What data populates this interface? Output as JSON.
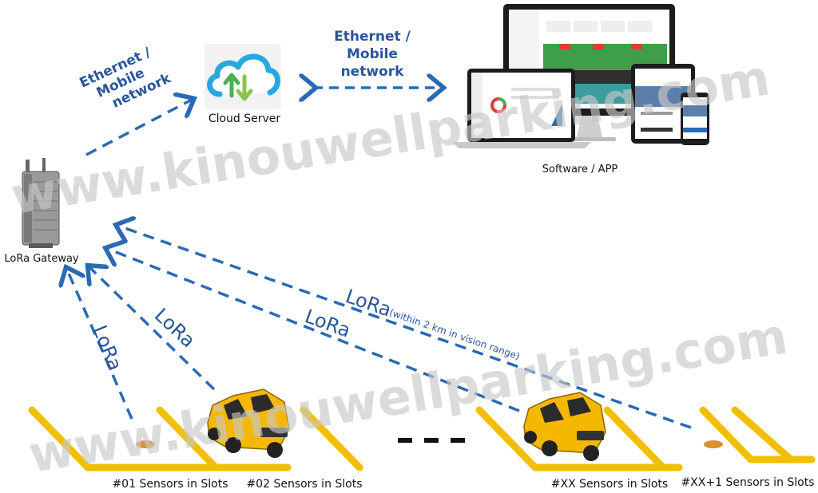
{
  "nodes": {
    "cloud": "Cloud Server",
    "software": "Software / APP",
    "gateway": "LoRa Gateway"
  },
  "links": {
    "gateway_cloud": [
      "Ethernet /",
      "Mobile",
      "network"
    ],
    "cloud_software": [
      "Ethernet /",
      "Mobile",
      "network"
    ],
    "lora_1": "LoRa",
    "lora_2": "LoRa",
    "lora_3": "LoRa",
    "lora_4": "LoRa",
    "lora_4_note": "(within 2 km in vision range)"
  },
  "slots": {
    "s1": "#01 Sensors in Slots",
    "s2": "#02 Sensors in Slots",
    "s3": "#XX Sensors in Slots",
    "s4": "#XX+1 Sensors in Slots"
  },
  "watermark": "www.kinouwellparking.com",
  "colors": {
    "link_blue": "#2a6ab5",
    "slot_yellow": "#f0c000",
    "car_yellow": "#f5b800",
    "label_blue": "#2a5599"
  }
}
